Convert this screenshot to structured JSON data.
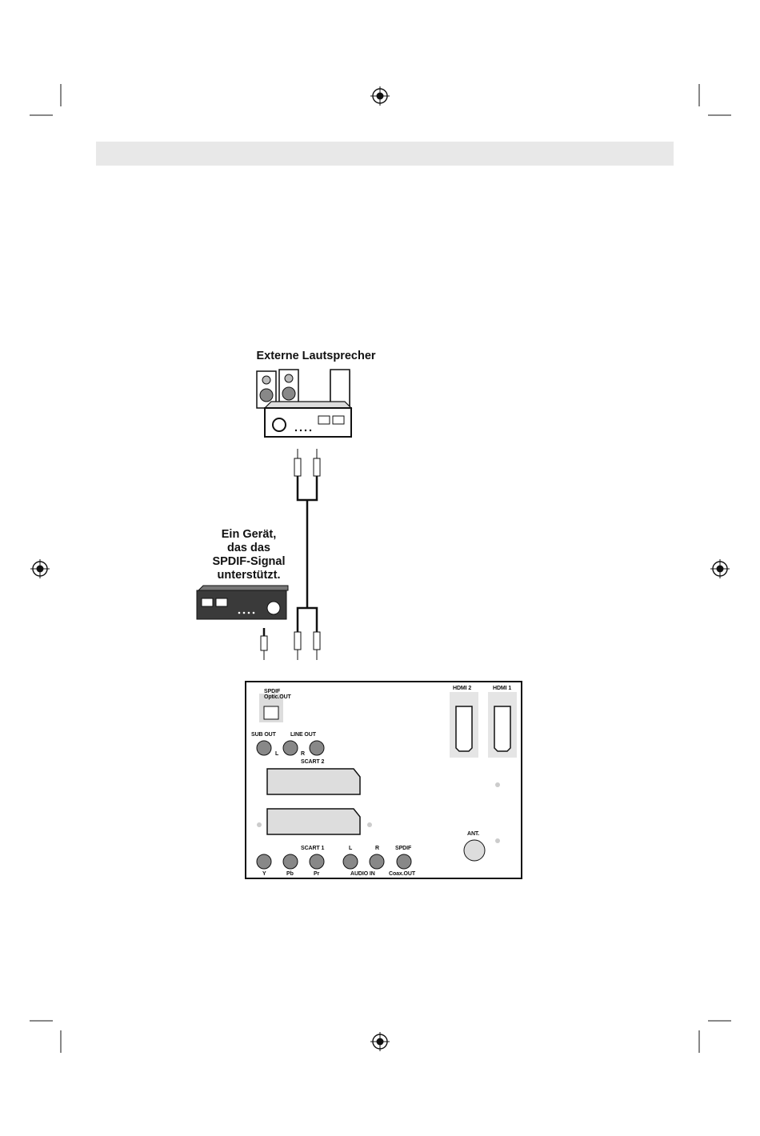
{
  "speakers_title": "Externe Lautsprecher",
  "device_title": [
    "Ein Gerät,",
    "das das",
    "SPDIF-Signal",
    "unterstützt."
  ],
  "panel": {
    "spdif_optic": [
      "SPDIF",
      "Optic.OUT"
    ],
    "sub_out": "SUB OUT",
    "line_out": "LINE OUT",
    "line_l": "L",
    "line_r": "R",
    "scart2": "SCART 2",
    "scart1": "SCART 1",
    "audio_l": "L",
    "audio_r": "R",
    "spdif": "SPDIF",
    "y": "Y",
    "pb": "Pb",
    "pr": "Pr",
    "audio_in": "AUDIO IN",
    "coax_out": "Coax.OUT",
    "hdmi2": "HDMI 2",
    "hdmi1": "HDMI 1",
    "ant": "ANT."
  },
  "colors": {
    "header_bar": "#e8e8e8",
    "device_dark": "#3a3a3a",
    "line": "#111111"
  }
}
